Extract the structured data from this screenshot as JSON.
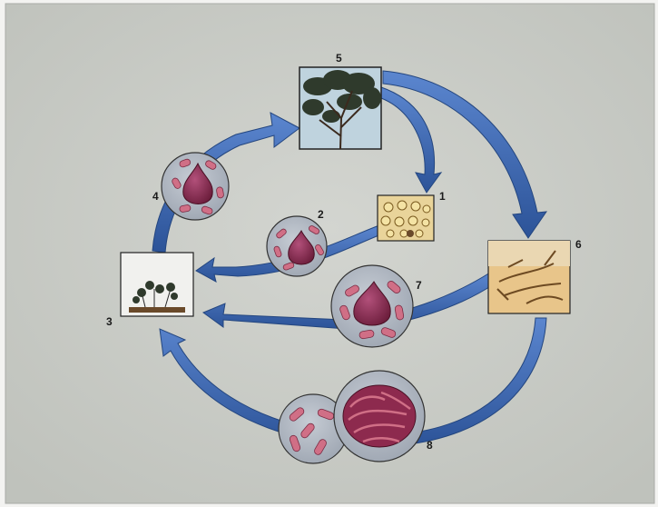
{
  "diagram": {
    "labels": {
      "n1": "1",
      "n2": "2",
      "n3": "3",
      "n4": "4",
      "n5": "5",
      "n6": "6",
      "n7": "7",
      "n8": "8"
    },
    "colors": {
      "background": "#c9cbc6",
      "arrow": "#3d68b4",
      "arrow_dark": "#2a4c8e",
      "panel_frame": "#222222",
      "circle_fill": "#b7bdc6",
      "bacteria": "#d06f86",
      "cell": "#8d2a4e",
      "soil_panel": "#e8c58a"
    }
  }
}
